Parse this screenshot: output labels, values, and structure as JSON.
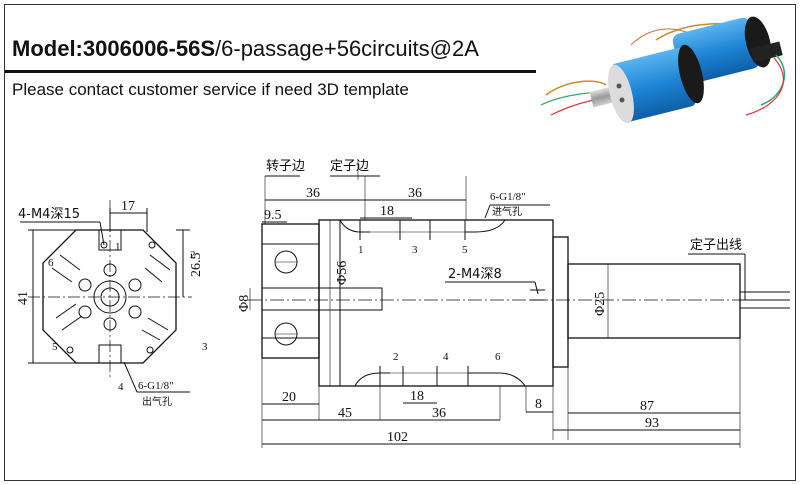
{
  "header": {
    "model_prefix": "Model:",
    "model_number": "3006006-56S",
    "model_spec": "/6-passage+56circuits@2A",
    "note": "Please contact customer service if need 3D template"
  },
  "labels": {
    "rotor_side": "转子边",
    "stator_side": "定子边",
    "stator_outlet": "定子出线",
    "vent_top": "6-G1/8\"",
    "vent_top_cn": "进气孔",
    "vent_bottom": "6-G1/8\"",
    "vent_bottom_cn": "出气孔",
    "m4_top": "4-M4深15",
    "m4_side": "2-M4深8"
  },
  "dimensions": {
    "d17": "17",
    "d26_5": "26.5",
    "d41": "41",
    "d9_5": "9.5",
    "d36_a": "36",
    "d36_b": "36",
    "d18_top": "18",
    "d56": "Φ56",
    "d8_phi": "Φ8",
    "d25": "Φ25",
    "d20": "20",
    "d45": "45",
    "d18_bot": "18",
    "d36_bot": "36",
    "d8": "8",
    "d87": "87",
    "d93": "93",
    "d102": "102"
  },
  "port_numbers": {
    "front": [
      "1",
      "2",
      "3",
      "4",
      "5",
      "6"
    ],
    "top": [
      "1",
      "3",
      "5"
    ],
    "bottom": [
      "2",
      "4",
      "6"
    ]
  },
  "colors": {
    "line": "#111111",
    "body_blue": "#1e86d6"
  }
}
